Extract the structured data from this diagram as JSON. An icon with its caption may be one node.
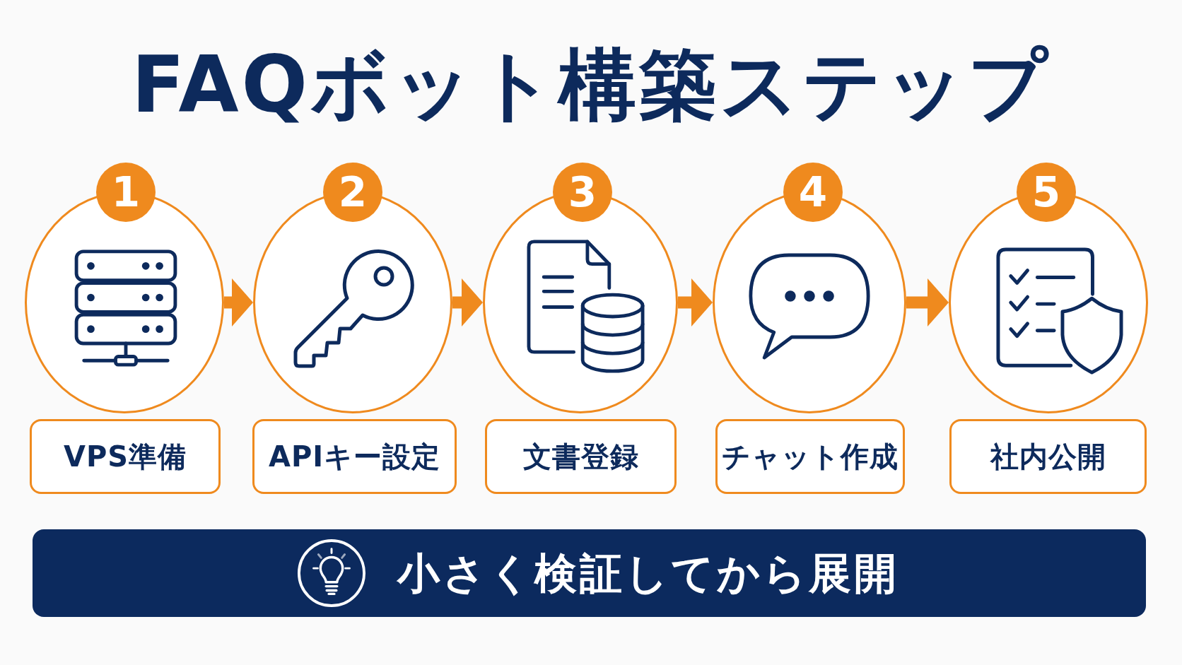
{
  "diagram": {
    "title": "FAQボット構築ステップ",
    "nodes": [
      {
        "text": [
          "1"
        ]
      },
      {
        "text": [],
        "shape": "circle"
      },
      {
        "text": [
          "VPS準備"
        ]
      },
      {
        "text": [
          "2"
        ]
      },
      {
        "text": [],
        "shape": "circle"
      },
      {
        "text": [
          "APIキー設定"
        ]
      },
      {
        "text": [
          "3"
        ]
      },
      {
        "text": [],
        "shape": "circle"
      },
      {
        "text": [
          "文書登録"
        ]
      },
      {
        "text": [
          "4"
        ]
      },
      {
        "text": [],
        "shape": "circle"
      },
      {
        "text": [
          "チャット作成"
        ]
      },
      {
        "text": [
          "5"
        ]
      },
      {
        "text": [],
        "shape": "circle"
      },
      {
        "text": [
          "社内公開"
        ]
      },
      {
        "text": [
          "小さく検証してから展開"
        ]
      }
    ],
    "edges": [
      {
        "from": 1,
        "to": 4,
        "arrow": "to"
      },
      {
        "from": 4,
        "to": 7,
        "arrow": "to"
      },
      {
        "from": 7,
        "to": 10,
        "arrow": "to"
      },
      {
        "from": 10,
        "to": 13,
        "arrow": "to"
      }
    ]
  }
}
